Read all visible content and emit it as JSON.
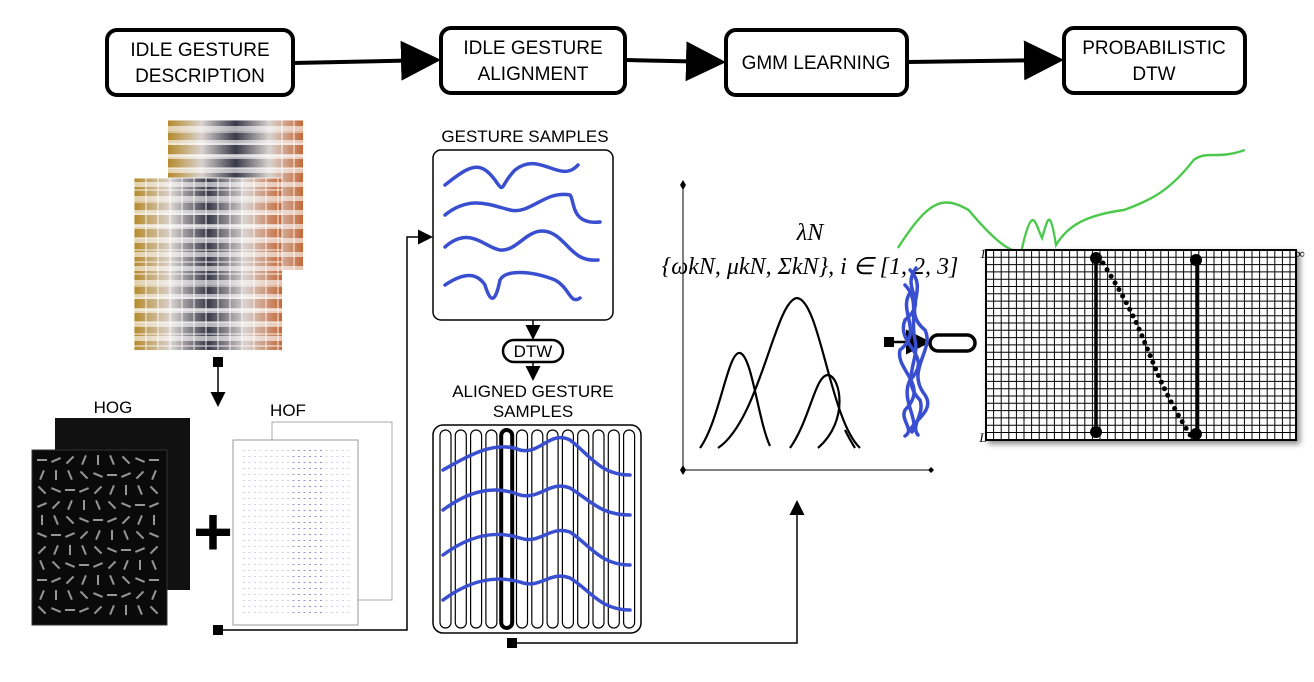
{
  "pipeline": [
    {
      "line1": "IDLE GESTURE",
      "line2": "DESCRIPTION"
    },
    {
      "line1": "IDLE GESTURE",
      "line2": "ALIGNMENT"
    },
    {
      "line1": "GMM LEARNING",
      "line2": ""
    },
    {
      "line1": "PROBABILISTIC",
      "line2": "DTW"
    }
  ],
  "features": {
    "hog": "HOG",
    "hof": "HOF",
    "plus": "+"
  },
  "alignment": {
    "samples_title": "GESTURE SAMPLES",
    "dtw": "DTW",
    "aligned_line1": "ALIGNED GESTURE",
    "aligned_line2": "SAMPLES"
  },
  "gmm": {
    "lambda": "λN",
    "params": "{ωkN, μkN, ΣkN}, i ∈ [1, 2, 3]"
  },
  "dtw_grid": {
    "top_label": "1",
    "bottom_label": "L",
    "right_label": "∞"
  },
  "colors": {
    "samples": "#3a4fd0",
    "observed": "#4cc94c"
  }
}
